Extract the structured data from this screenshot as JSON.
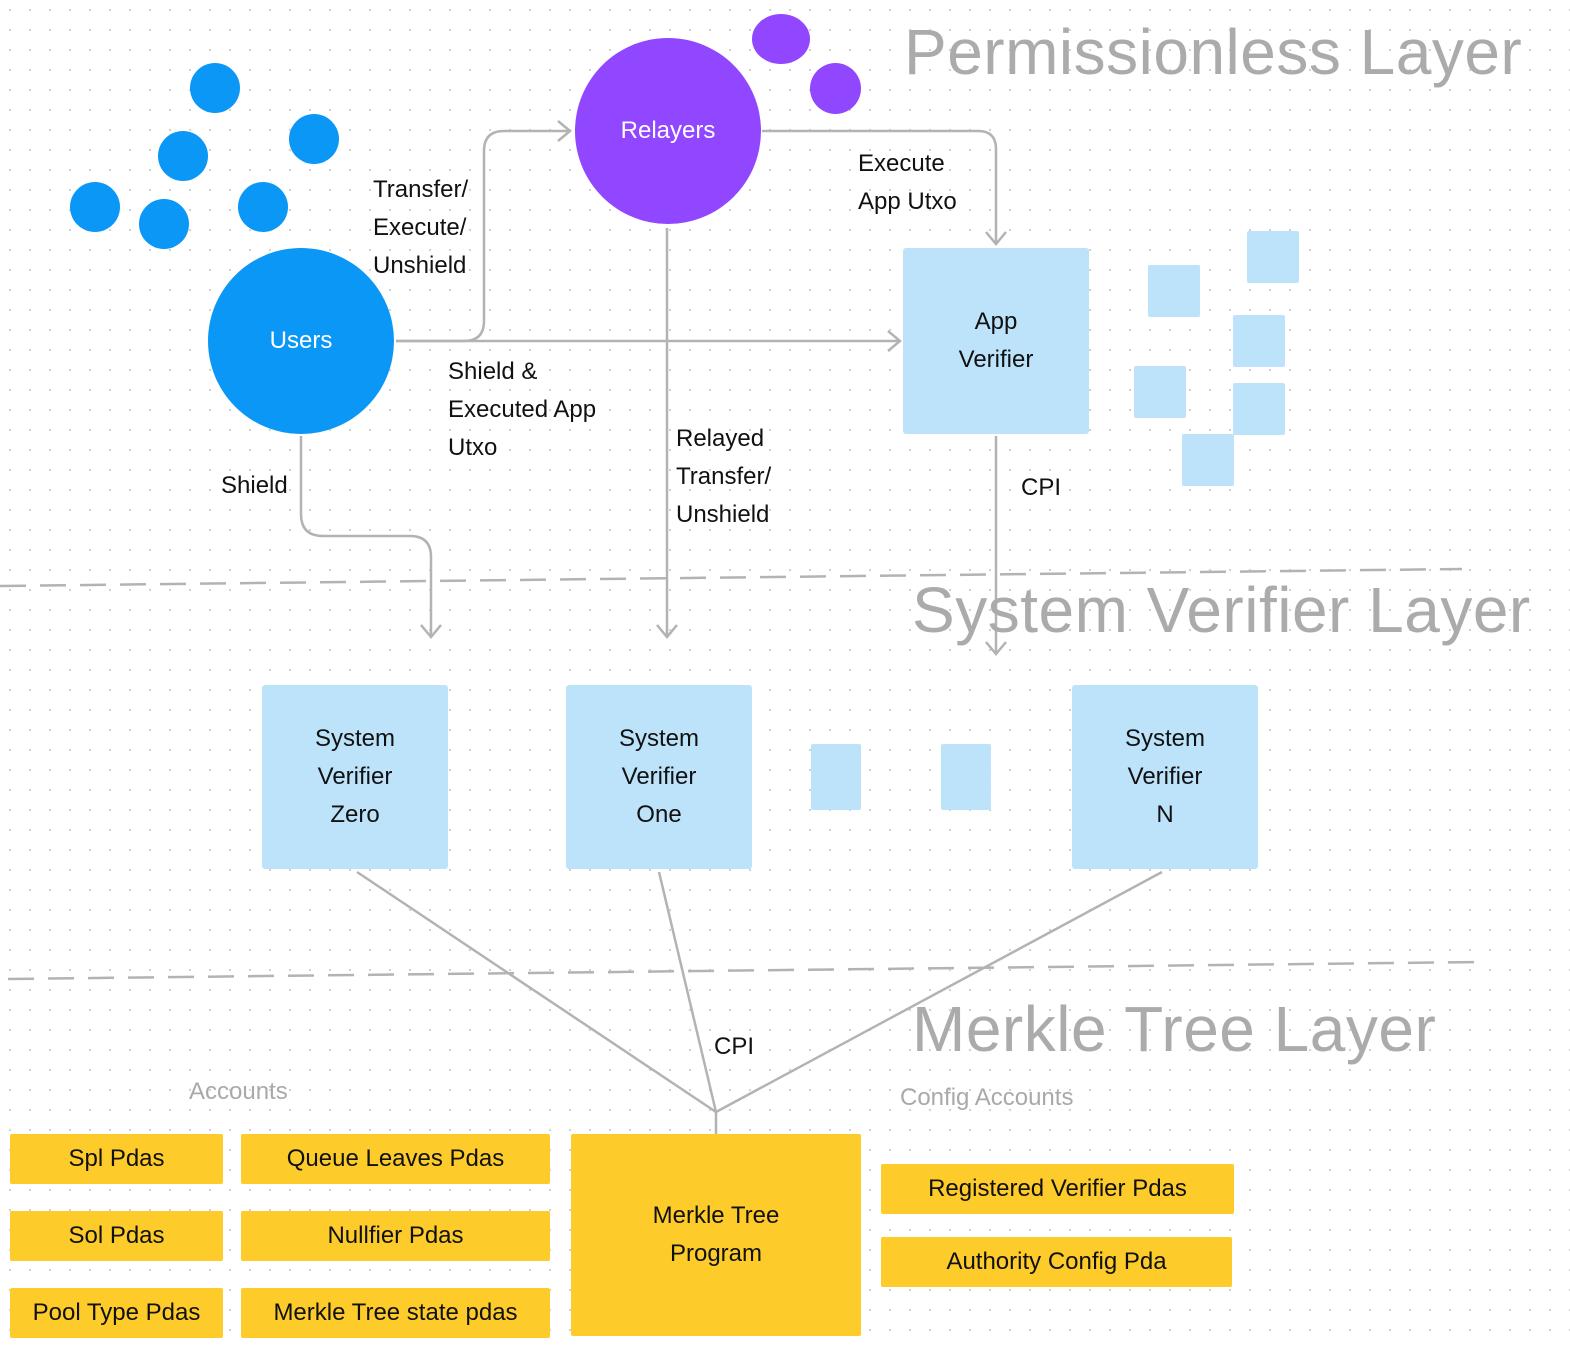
{
  "layers": {
    "permissionless": "Permissionless Layer",
    "system_verifier": "System Verifier Layer",
    "merkle_tree": "Merkle Tree Layer"
  },
  "nodes": {
    "users": "Users",
    "relayers": "Relayers",
    "app_verifier": "App\nVerifier",
    "system_verifier_zero": "System\nVerifier\nZero",
    "system_verifier_one": "System\nVerifier\nOne",
    "system_verifier_n": "System\nVerifier\nN",
    "merkle_tree_program": "Merkle Tree\nProgram"
  },
  "edge_labels": {
    "users_to_relayers": "Transfer/\nExecute/\nUnshield",
    "relayers_to_app": "Execute\nApp Utxo",
    "users_to_app": "Shield &\nExecuted App\nUtxo",
    "users_to_zero": "Shield",
    "relayers_to_one": "Relayed\nTransfer/\nUnshield",
    "app_to_system": "CPI",
    "system_to_merkle": "CPI"
  },
  "sections": {
    "accounts": "Accounts",
    "config_accounts": "Config Accounts"
  },
  "accounts": {
    "spl_pdas": "Spl Pdas",
    "sol_pdas": "Sol Pdas",
    "pool_type_pdas": "Pool Type Pdas",
    "queue_leaves_pdas": "Queue Leaves Pdas",
    "nullfier_pdas": "Nullfier Pdas",
    "merkle_tree_state_pdas": "Merkle Tree state pdas"
  },
  "config_accounts": {
    "registered_verifier_pdas": "Registered Verifier Pdas",
    "authority_config_pda": "Authority Config Pda"
  },
  "colors": {
    "user_blue": "#0b97f6",
    "relayer_purple": "#9146ff",
    "verifier_light_blue": "#bde3fb",
    "account_yellow": "#fdcc2b",
    "connector_gray": "#b3b3b3",
    "layer_title_gray": "#ababab"
  }
}
